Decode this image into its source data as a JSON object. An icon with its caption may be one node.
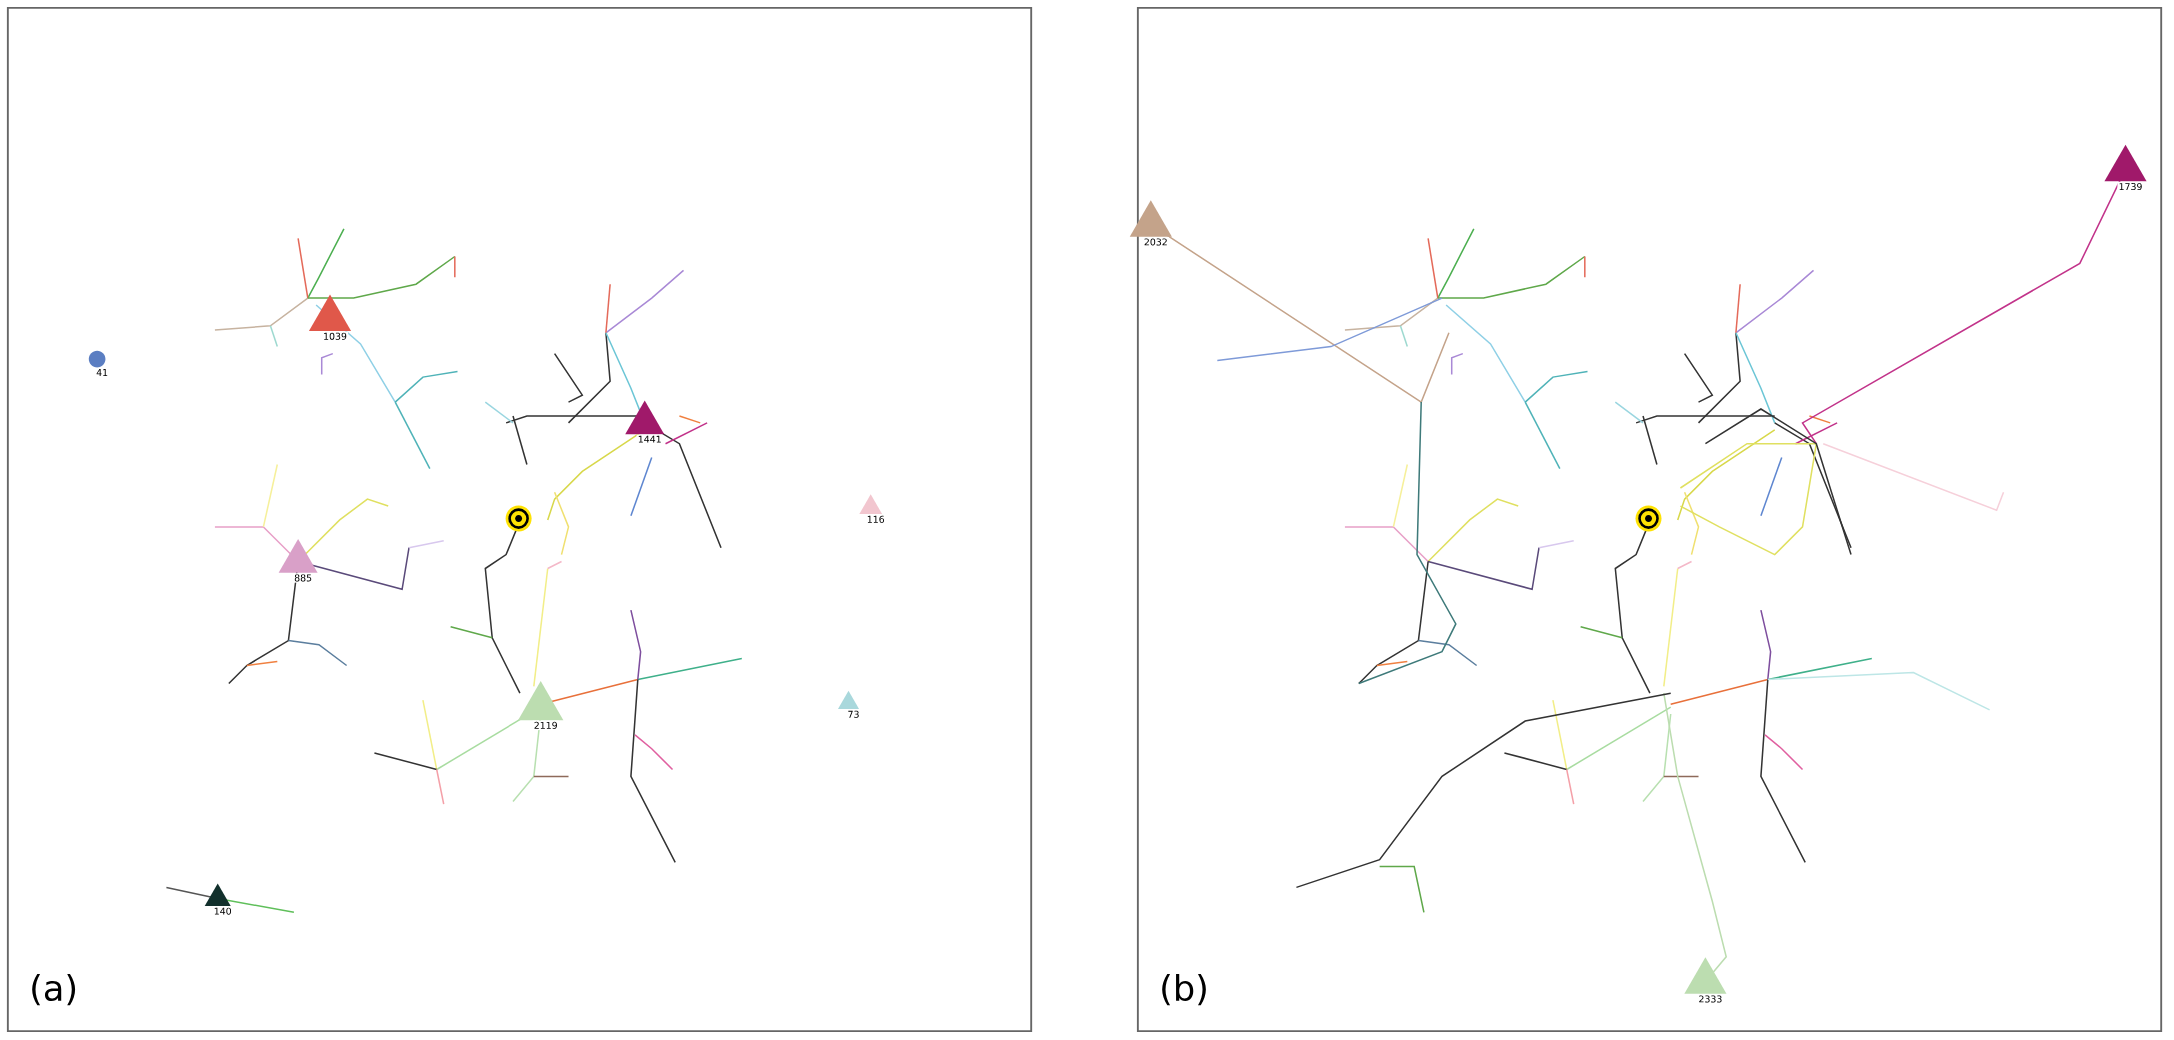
{
  "diagram": {
    "nodes": [
      {
        "text": [
          "(a)"
        ]
      },
      {
        "text": [
          "41"
        ],
        "in": 0
      },
      {
        "text": [
          "1039"
        ],
        "in": 0
      },
      {
        "text": [
          "1441"
        ],
        "in": 0
      },
      {
        "text": [
          "116"
        ],
        "in": 0
      },
      {
        "text": [
          "885"
        ],
        "in": 0
      },
      {
        "text": [
          "2119"
        ],
        "in": 0
      },
      {
        "text": [
          "73"
        ],
        "in": 0
      },
      {
        "text": [
          "140"
        ],
        "in": 0
      },
      {
        "text": [
          "(b)"
        ]
      },
      {
        "text": [
          "2032"
        ],
        "in": 9
      },
      {
        "text": [
          "1739"
        ],
        "in": 9
      },
      {
        "text": [
          "2333"
        ],
        "in": 9
      }
    ]
  }
}
